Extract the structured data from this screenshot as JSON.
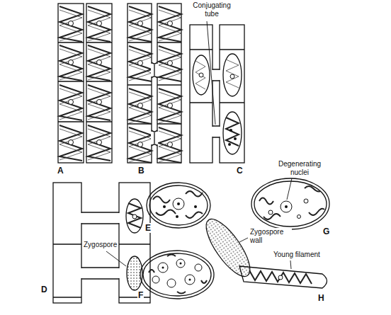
{
  "diagram": {
    "labels": [
      "Conjugating tube",
      "A",
      "B",
      "C",
      "Degenerating nuclei",
      "E",
      "Zygospore",
      "Zygospore wall",
      "Young filament",
      "D",
      "F",
      "G",
      "H"
    ]
  }
}
